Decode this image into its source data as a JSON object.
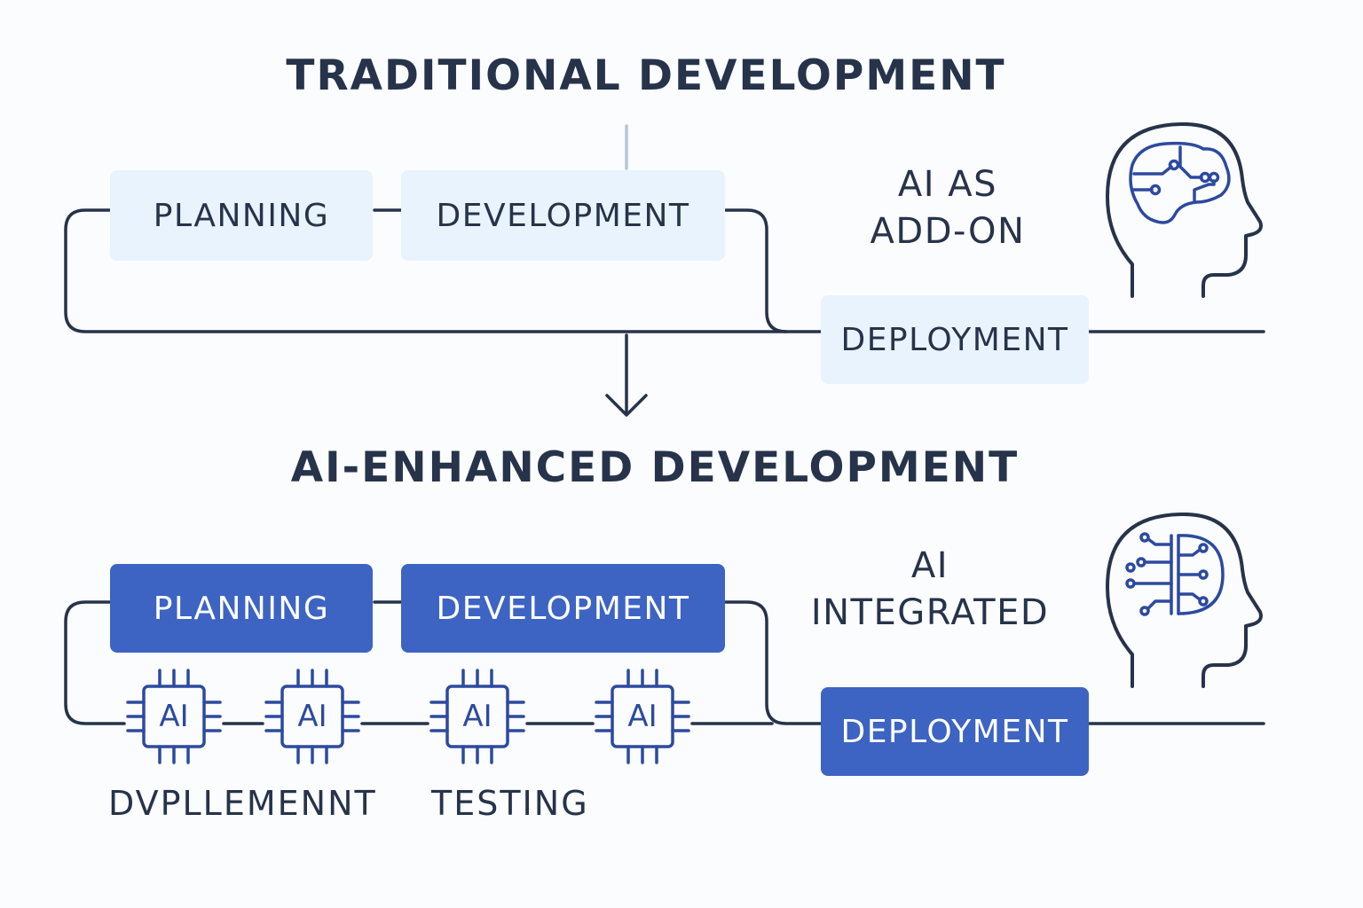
{
  "traditional": {
    "title": "TRADITIONAL DEVELOPMENT",
    "stages": {
      "planning": "PLANNING",
      "development": "DEVELOPMENT",
      "deployment": "DEPLOYMENT"
    },
    "ai_label_line1": "AI AS",
    "ai_label_line2": "ADD-ON",
    "icon": "brain-circuit-head-icon"
  },
  "ai_enhanced": {
    "title": "AI-ENHANCED DEVELOPMENT",
    "stages": {
      "planning": "PLANNING",
      "development": "DEVELOPMENT",
      "deployment": "DEPLOYMENT"
    },
    "ai_label_line1": "AI",
    "ai_label_line2": "INTEGRATED",
    "chips": [
      "AI",
      "AI",
      "AI",
      "AI"
    ],
    "sublabels": [
      "DVPLLEMENNT",
      "TESTING"
    ],
    "icon": "split-brain-circuit-head-icon"
  },
  "colors": {
    "ink": "#26334a",
    "light_box": "#e8f3fd",
    "blue_box": "#3d64c3",
    "chip_blue": "#2c4a9e"
  }
}
